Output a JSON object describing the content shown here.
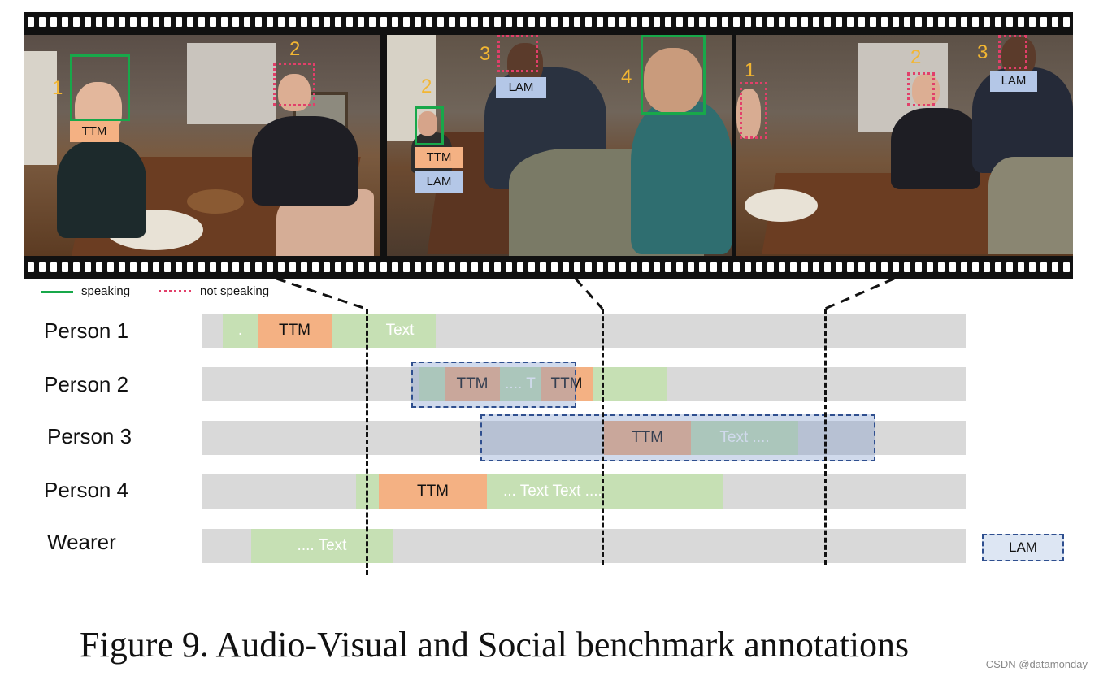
{
  "frames": [
    {
      "people": [
        {
          "id": "1",
          "status": "speaking",
          "tags": [
            "TTM"
          ]
        },
        {
          "id": "2",
          "status": "not speaking",
          "tags": []
        }
      ]
    },
    {
      "people": [
        {
          "id": "2",
          "status": "speaking",
          "tags": [
            "TTM",
            "LAM"
          ]
        },
        {
          "id": "3",
          "status": "not speaking",
          "tags": [
            "LAM"
          ]
        },
        {
          "id": "4",
          "status": "speaking",
          "tags": []
        }
      ]
    },
    {
      "people": [
        {
          "id": "1",
          "status": "not speaking",
          "tags": []
        },
        {
          "id": "2",
          "status": "not speaking",
          "tags": []
        },
        {
          "id": "3",
          "status": "not speaking",
          "tags": [
            "LAM"
          ]
        }
      ]
    }
  ],
  "legend": {
    "speaking": "speaking",
    "not_speaking": "not speaking"
  },
  "timeline": {
    "rows": [
      {
        "label": "Person 1",
        "segments": [
          {
            "kind": "green",
            "text": "."
          },
          {
            "kind": "ttm",
            "text": "TTM"
          },
          {
            "kind": "green",
            "text": "Text"
          }
        ]
      },
      {
        "label": "Person 2",
        "segments": [
          {
            "kind": "green",
            "text": ""
          },
          {
            "kind": "ttm",
            "text": "TTM"
          },
          {
            "kind": "green",
            "text": ".... T"
          },
          {
            "kind": "ttm",
            "text": "TTM"
          },
          {
            "kind": "green",
            "text": ""
          }
        ],
        "lam": true
      },
      {
        "label": "Person 3",
        "segments": [
          {
            "kind": "ttm",
            "text": "TTM"
          },
          {
            "kind": "green",
            "text": "Text ...."
          }
        ],
        "lam": true
      },
      {
        "label": "Person 4",
        "segments": [
          {
            "kind": "green",
            "text": ""
          },
          {
            "kind": "ttm",
            "text": "TTM"
          },
          {
            "kind": "green",
            "text": "... Text Text ...."
          }
        ]
      },
      {
        "label": "Wearer",
        "segments": [
          {
            "kind": "green",
            "text": ".... Text"
          }
        ]
      }
    ],
    "lam_legend": "LAM"
  },
  "caption": "Figure 9.  Audio-Visual and Social benchmark annotations",
  "watermark": "CSDN @datamonday",
  "colors": {
    "speaking": "#18a84a",
    "not_speaking": "#e23f6a",
    "ttm": "#f4b183",
    "lam": "#b4c7e7",
    "text_segment": "#c6e0b4",
    "track": "#d9d9d9",
    "id_number": "#f2b632"
  }
}
